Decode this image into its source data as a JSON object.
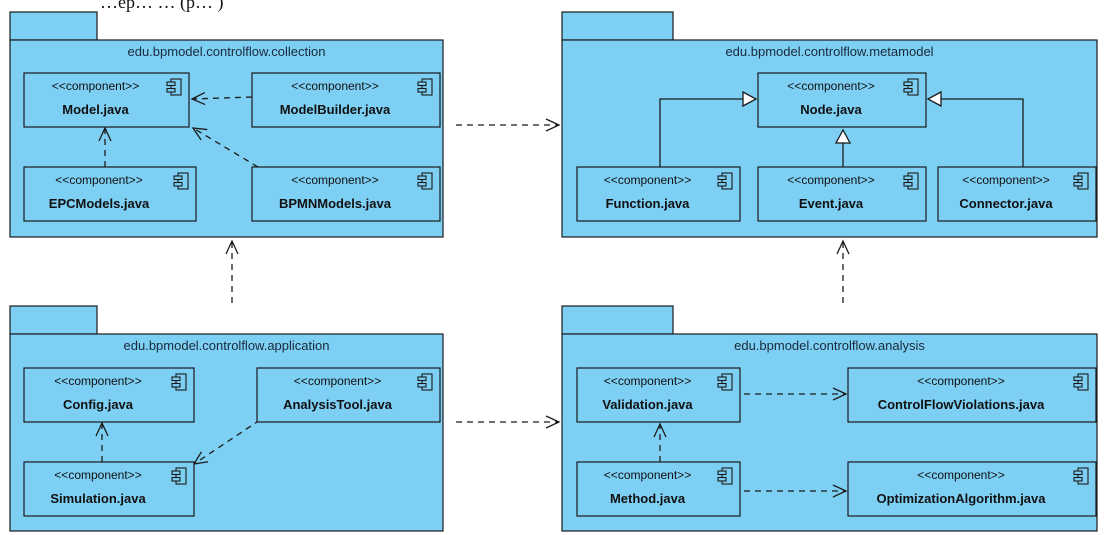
{
  "caption": "…ep… …                      (p…  )",
  "colors": {
    "package_fill": "#7dcff4",
    "border": "#1b1b1b",
    "edge": "#1b1b1b"
  },
  "packages": [
    {
      "id": "collection",
      "label": "edu.bpmodel.controlflow.collection"
    },
    {
      "id": "metamodel",
      "label": "edu.bpmodel.controlflow.metamodel"
    },
    {
      "id": "application",
      "label": "edu.bpmodel.controlflow.application"
    },
    {
      "id": "analysis",
      "label": "edu.bpmodel.controlflow.analysis"
    }
  ],
  "components": [
    {
      "id": "model",
      "stereotype": "<<component>>",
      "name": "Model.java"
    },
    {
      "id": "modelbuilder",
      "stereotype": "<<component>>",
      "name": "ModelBuilder.java"
    },
    {
      "id": "epcmodels",
      "stereotype": "<<component>>",
      "name": "EPCModels.java"
    },
    {
      "id": "bpmnmodels",
      "stereotype": "<<component>>",
      "name": "BPMNModels.java"
    },
    {
      "id": "node",
      "stereotype": "<<component>>",
      "name": "Node.java"
    },
    {
      "id": "function",
      "stereotype": "<<component>>",
      "name": "Function.java"
    },
    {
      "id": "event",
      "stereotype": "<<component>>",
      "name": "Event.java"
    },
    {
      "id": "connector",
      "stereotype": "<<component>>",
      "name": "Connector.java"
    },
    {
      "id": "config",
      "stereotype": "<<component>>",
      "name": "Config.java"
    },
    {
      "id": "analysistool",
      "stereotype": "<<component>>",
      "name": "AnalysisTool.java"
    },
    {
      "id": "simulation",
      "stereotype": "<<component>>",
      "name": "Simulation.java"
    },
    {
      "id": "validation",
      "stereotype": "<<component>>",
      "name": "Validation.java"
    },
    {
      "id": "controlflowviolations",
      "stereotype": "<<component>>",
      "name": "ControlFlowViolations.java"
    },
    {
      "id": "method",
      "stereotype": "<<component>>",
      "name": "Method.java"
    },
    {
      "id": "optimizationalgorithm",
      "stereotype": "<<component>>",
      "name": "OptimizationAlgorithm.java"
    }
  ],
  "dependencies": [
    {
      "from": "modelbuilder",
      "to": "model"
    },
    {
      "from": "epcmodels",
      "to": "model"
    },
    {
      "from": "bpmnmodels",
      "to": "model"
    },
    {
      "from": "simulation",
      "to": "config"
    },
    {
      "from": "analysistool",
      "to": "simulation"
    },
    {
      "from": "validation",
      "to": "controlflowviolations"
    },
    {
      "from": "method",
      "to": "optimizationalgorithm"
    },
    {
      "from": "method",
      "to": "validation"
    },
    {
      "from": "collection",
      "to": "metamodel"
    },
    {
      "from": "application",
      "to": "collection"
    },
    {
      "from": "application",
      "to": "analysis"
    },
    {
      "from": "analysis",
      "to": "metamodel"
    }
  ],
  "generalizations": [
    {
      "from": "function",
      "to": "node"
    },
    {
      "from": "event",
      "to": "node"
    },
    {
      "from": "connector",
      "to": "node"
    }
  ]
}
